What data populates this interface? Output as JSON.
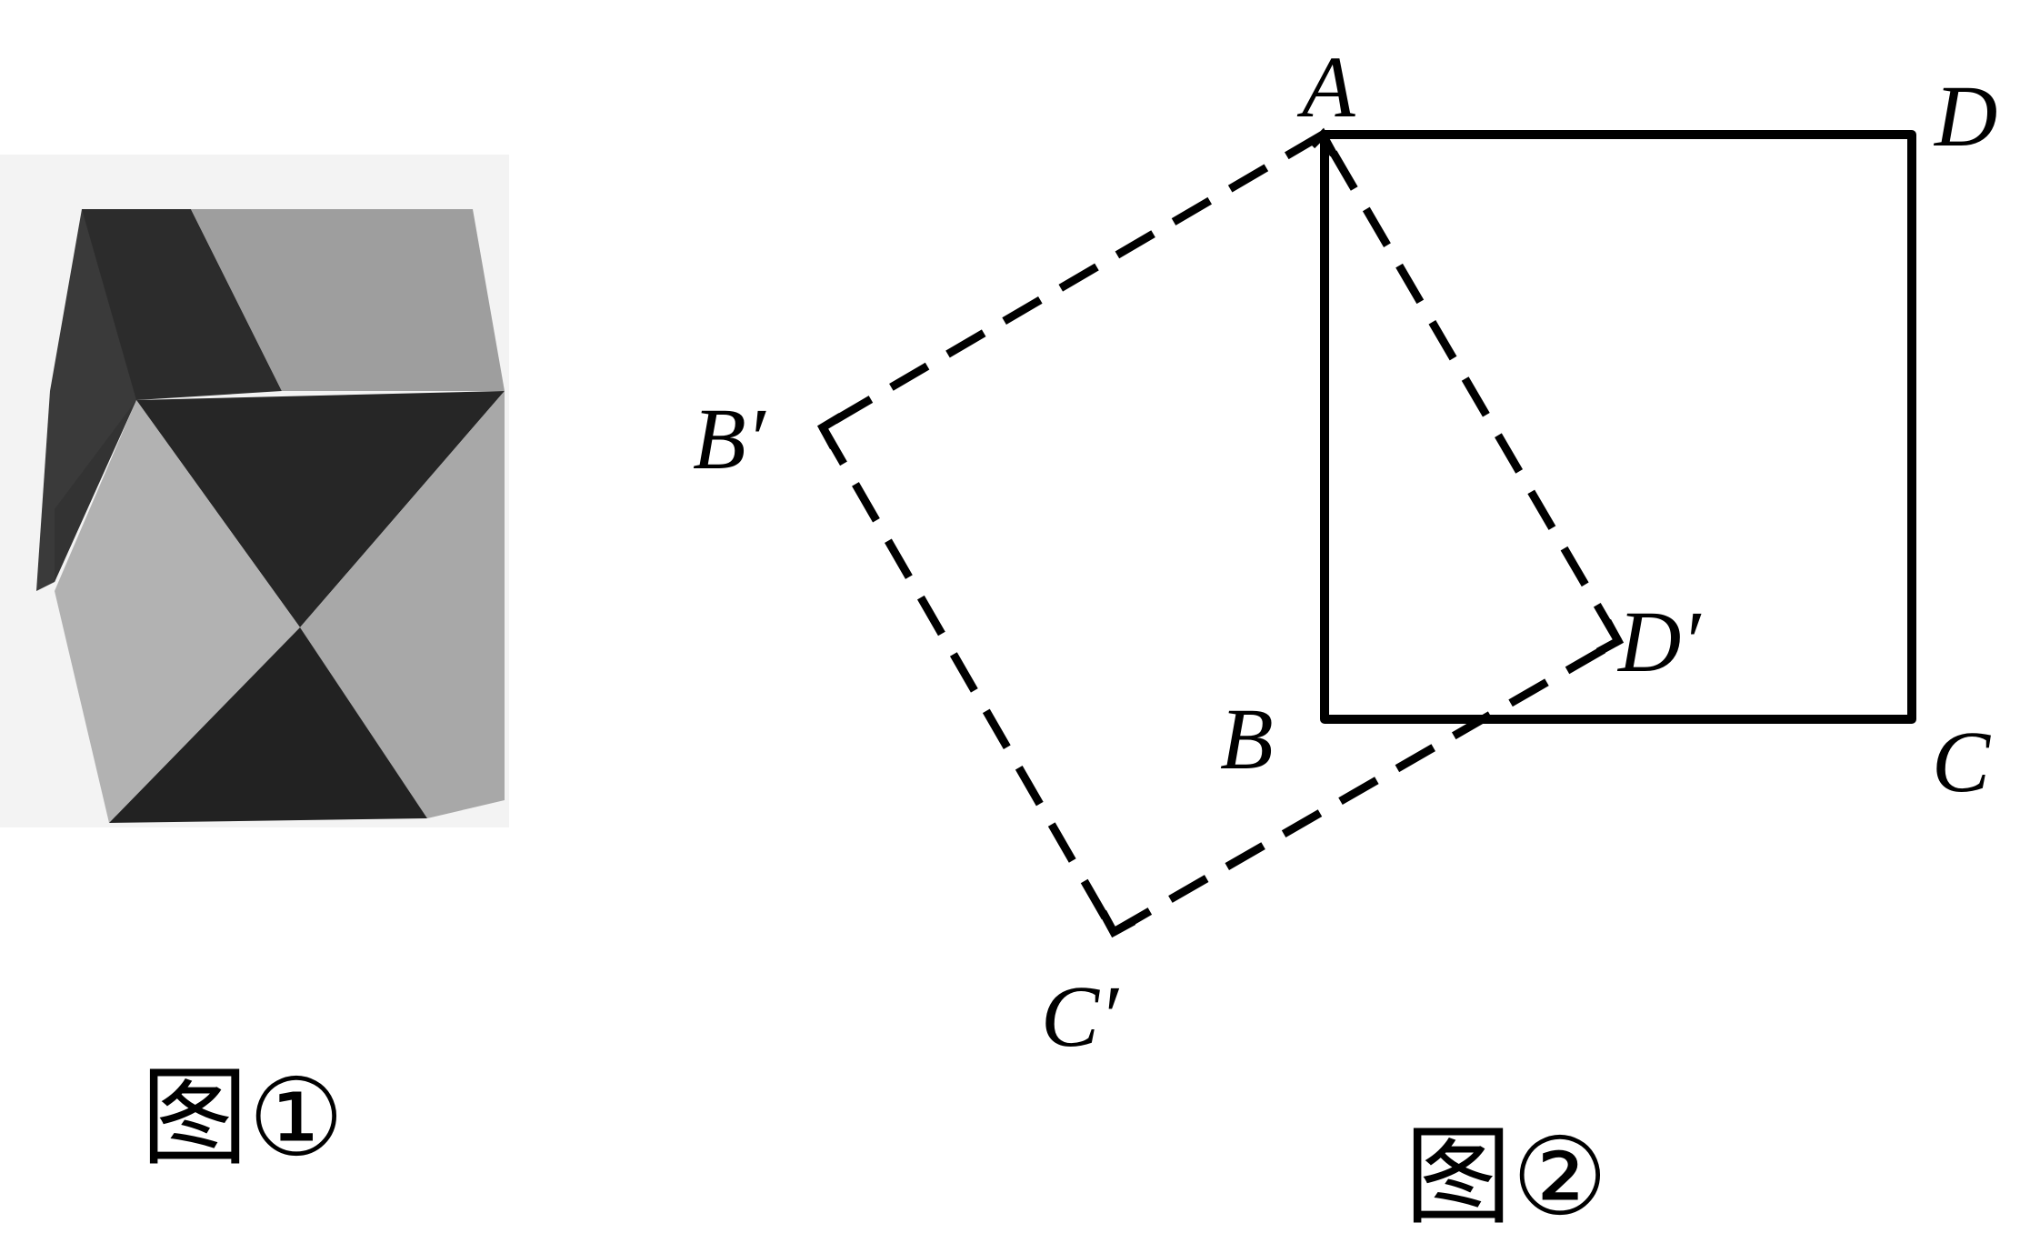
{
  "figure1": {
    "caption": "图①",
    "photo_subject": "cube-photo",
    "colors": {
      "dark": "#2a2a2a",
      "light": "#b4b4b4",
      "background": "#f4f4f4"
    }
  },
  "figure2": {
    "caption": "图②",
    "labels": {
      "A": "A",
      "B": "B",
      "C": "C",
      "D": "D",
      "B_prime": "B′",
      "C_prime": "C′",
      "D_prime": "D′"
    },
    "original_square": "ABCD",
    "rotated_square": "AB′C′D′"
  }
}
